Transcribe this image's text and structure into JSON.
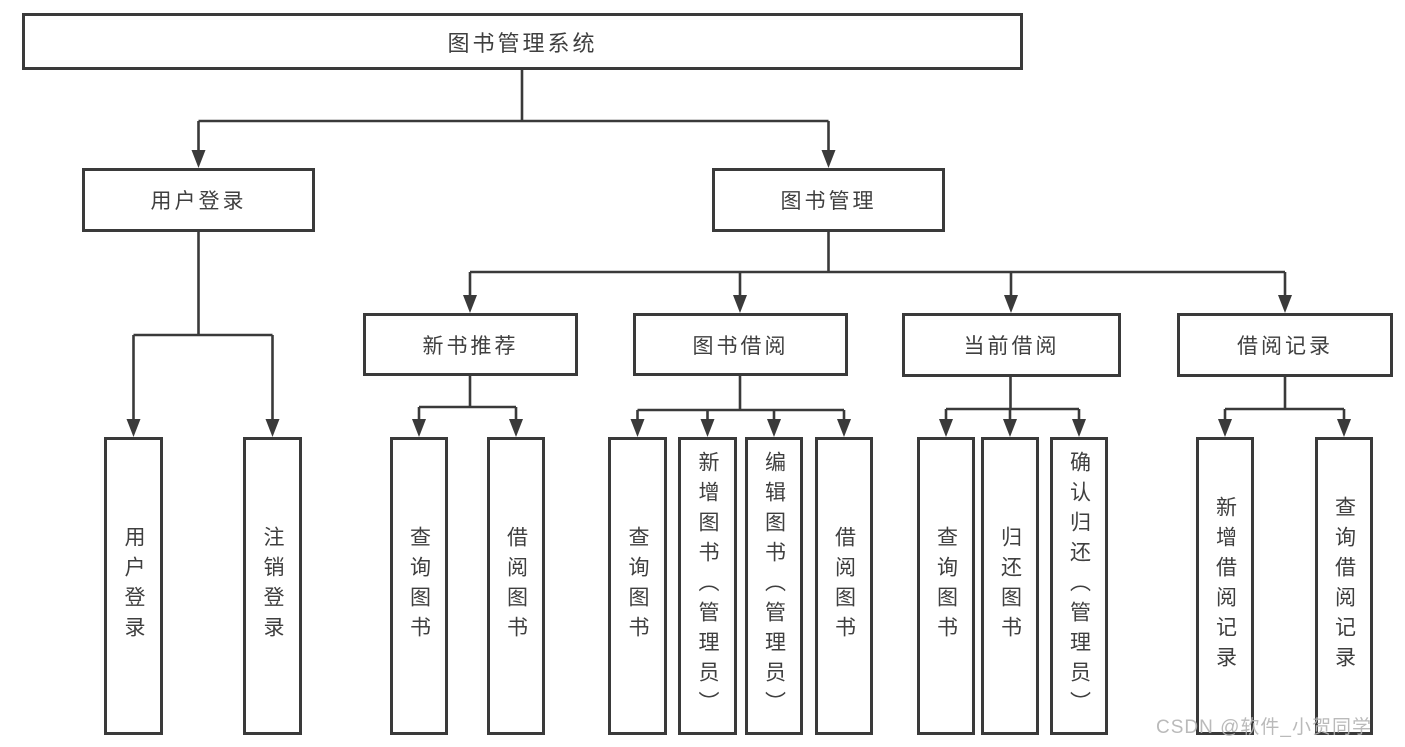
{
  "diagram": {
    "root": {
      "label": "图书管理系统"
    },
    "level2": [
      {
        "label": "用户登录"
      },
      {
        "label": "图书管理"
      }
    ],
    "level3": [
      {
        "label": "新书推荐"
      },
      {
        "label": "图书借阅"
      },
      {
        "label": "当前借阅"
      },
      {
        "label": "借阅记录"
      }
    ],
    "leaves": {
      "user": [
        {
          "label": "用户登录"
        },
        {
          "label": "注销登录"
        }
      ],
      "recommend": [
        {
          "label": "查询图书"
        },
        {
          "label": "借阅图书"
        }
      ],
      "borrow": [
        {
          "label": "查询图书"
        },
        {
          "label": "新增图书（管理员）"
        },
        {
          "label": "编辑图书（管理员）"
        },
        {
          "label": "借阅图书"
        }
      ],
      "current": [
        {
          "label": "查询图书"
        },
        {
          "label": "归还图书"
        },
        {
          "label": "确认归还（管理员）"
        }
      ],
      "records": [
        {
          "label": "新增借阅记录"
        },
        {
          "label": "查询借阅记录"
        }
      ]
    },
    "watermark": "CSDN @软件_小贺同学",
    "colors": {
      "line": "#3a3a3a",
      "text": "#3f3f3f",
      "background": "#ffffff",
      "watermark": "#b3b3b3"
    }
  }
}
